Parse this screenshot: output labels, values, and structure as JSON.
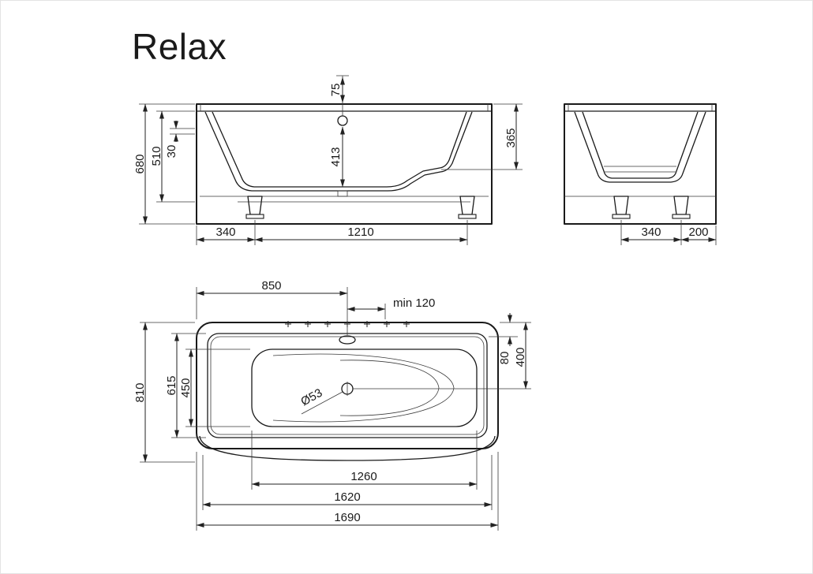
{
  "title": "Relax",
  "colors": {
    "ink": "#1a1a1a"
  },
  "views": {
    "front": {
      "label": "front-elevation",
      "dims": {
        "d75": "75",
        "d30": "30",
        "d510": "510",
        "d680": "680",
        "d413": "413",
        "d365": "365",
        "d340": "340",
        "d1210": "1210"
      }
    },
    "side": {
      "label": "end-elevation",
      "dims": {
        "d340": "340",
        "d200": "200"
      }
    },
    "plan": {
      "label": "plan-view",
      "dims": {
        "d850": "850",
        "dmin120": "min 120",
        "d80": "80",
        "d400": "400",
        "d450": "450",
        "d615": "615",
        "d810": "810",
        "d53": "Ø53",
        "d1260": "1260",
        "d1620": "1620",
        "d1690": "1690"
      }
    }
  }
}
